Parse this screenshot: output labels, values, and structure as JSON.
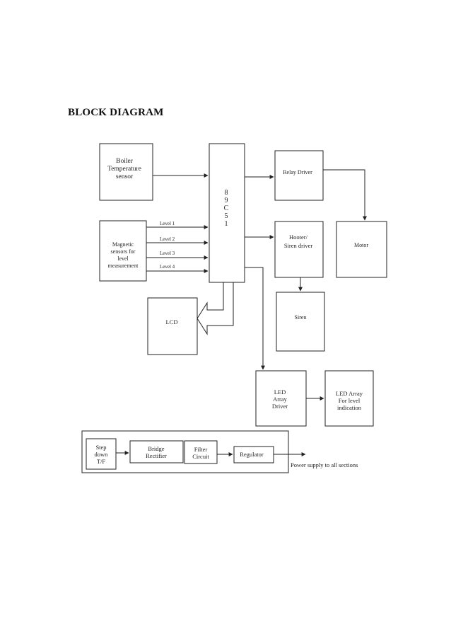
{
  "page": {
    "heading": "BLOCK DIAGRAM"
  },
  "diagram": {
    "boiler_sensor": [
      "Boiler",
      "Temperature",
      "sensor"
    ],
    "magnetic_sensors": [
      "Magnetic",
      "sensors for",
      "level",
      "measurement"
    ],
    "level_labels": [
      "Level 1",
      "Level 2",
      "Level 3",
      "Level 4"
    ],
    "microcontroller": [
      "8",
      "9",
      "C",
      "5",
      "1"
    ],
    "relay_driver": [
      "Relay Driver"
    ],
    "motor": [
      "Motor"
    ],
    "hooter_driver": [
      "Hooter/",
      "Siren driver"
    ],
    "siren": [
      "Siren"
    ],
    "lcd": [
      "LCD"
    ],
    "led_driver": [
      "LED",
      "Array",
      "Driver"
    ],
    "led_array": [
      "LED Array",
      "For level",
      "indication"
    ],
    "step_down": [
      "Step",
      "down",
      "T/F"
    ],
    "bridge_rectifier": [
      "Bridge",
      "Rectifier"
    ],
    "filter_circuit": [
      "Filter",
      "Circuit"
    ],
    "regulator": [
      "Regulator"
    ],
    "power_supply_label": "Power supply to all sections"
  },
  "colors": {
    "line": "#222222",
    "text": "#222222"
  }
}
